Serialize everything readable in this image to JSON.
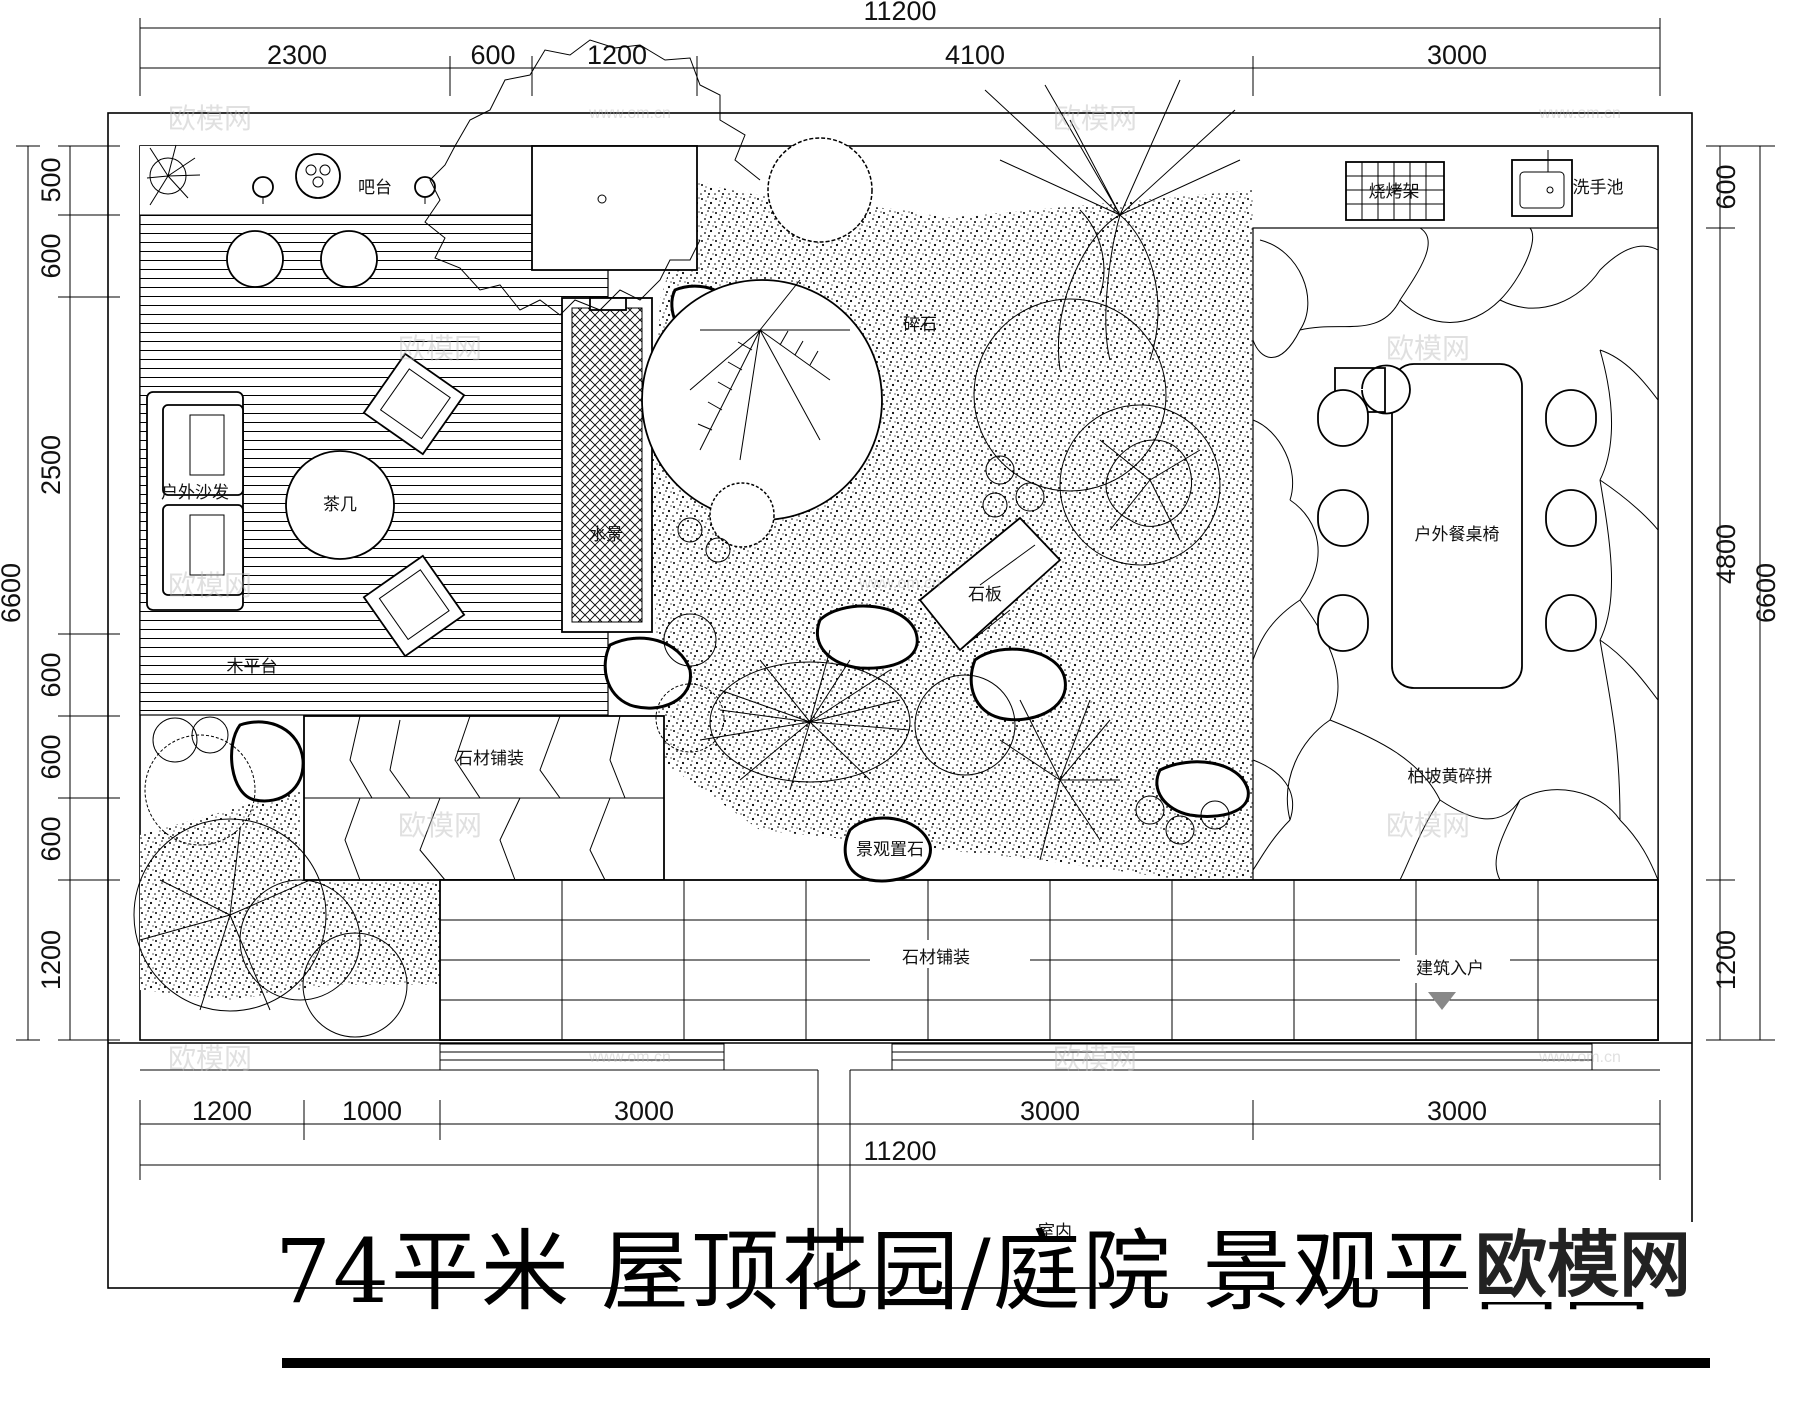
{
  "dimensions": {
    "top_total": "11200",
    "top_segments": [
      "2300",
      "600",
      "1200",
      "4100",
      "3000"
    ],
    "left_segments": [
      "500",
      "600",
      "2500",
      "600",
      "600",
      "600",
      "1200"
    ],
    "left_total": "6600",
    "right_segments": [
      "600",
      "4800",
      "1200"
    ],
    "right_total": "6600",
    "bottom_segments": [
      "1200",
      "1000",
      "3000",
      "3000",
      "3000"
    ],
    "bottom_total": "11200"
  },
  "labels": {
    "bar_counter": "吧台",
    "bbq_rack": "烧烤架",
    "wash_basin": "洗手池",
    "outdoor_sofa": "户外沙发",
    "tea_table": "茶几",
    "wood_deck": "木平台",
    "water_feature": "水景",
    "gravel": "碎石",
    "slate_path": "石板",
    "outdoor_dining": "户外餐桌椅",
    "stone_paving_upper": "石材铺装",
    "stone_paving_lower": "石材铺装",
    "landscape_rock": "景观置石",
    "flagstone": "柏坡黄碎拼",
    "building_entry": "建筑入户",
    "indoor": "室内"
  },
  "title": "74平米 屋顶花园/庭院 景观平面图",
  "watermark": {
    "brand": "欧模网",
    "url": "www.om.cn"
  }
}
